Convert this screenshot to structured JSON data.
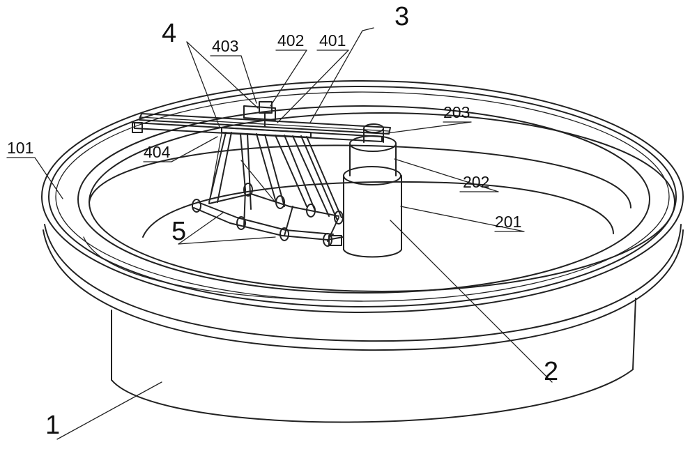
{
  "labels": {
    "part_1": "1",
    "part_2": "2",
    "part_3": "3",
    "part_4": "4",
    "part_5": "5",
    "part_101": "101",
    "part_201": "201",
    "part_202": "202",
    "part_203": "203",
    "part_401": "401",
    "part_402": "402",
    "part_403": "403",
    "part_404": "404"
  },
  "colors": {
    "line": "#222222",
    "background": "#ffffff"
  }
}
